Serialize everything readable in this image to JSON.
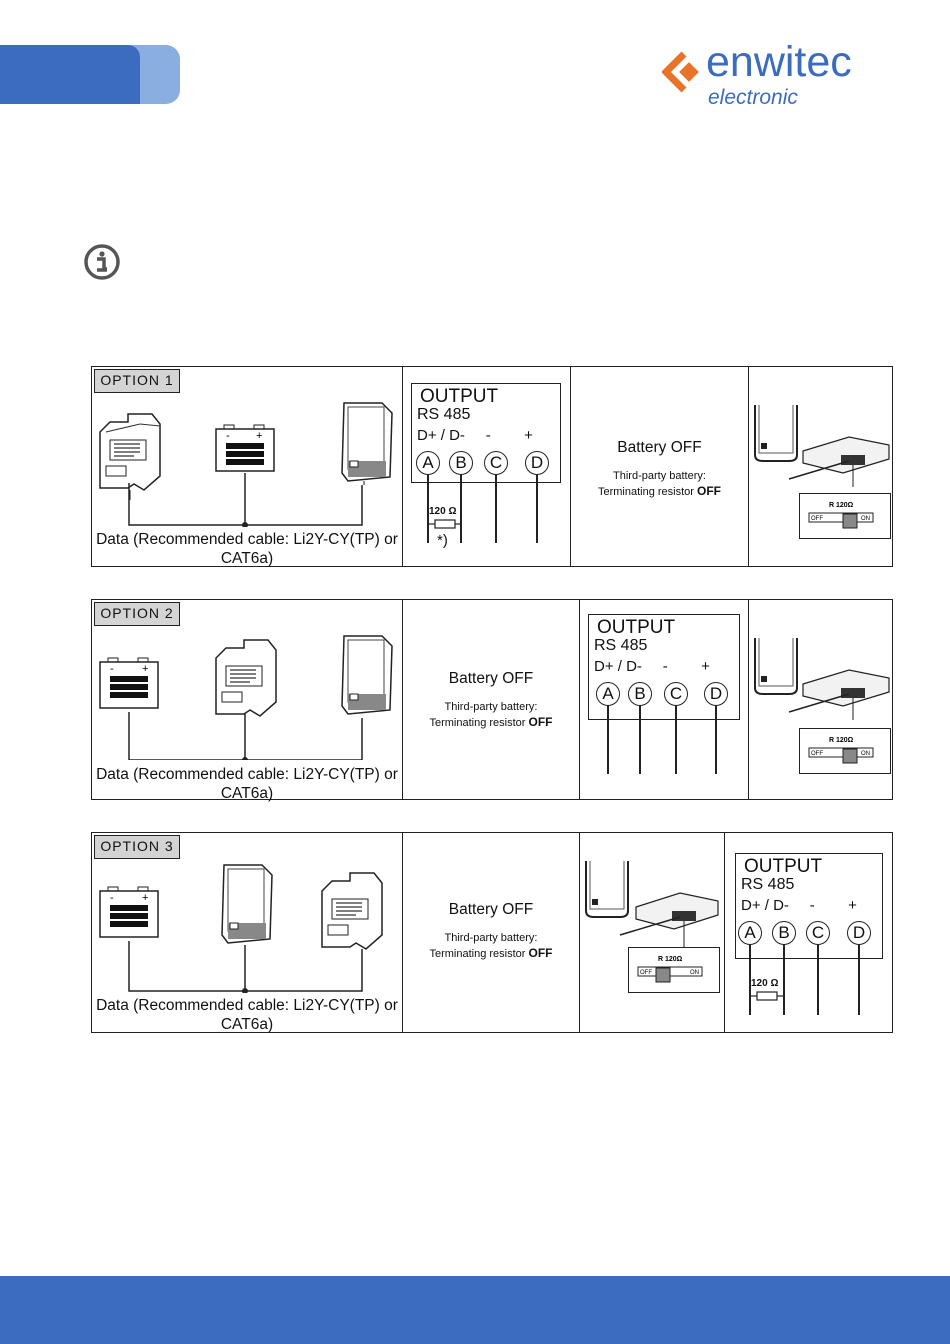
{
  "brand": {
    "name": "enwitec",
    "sub": "electronic",
    "color": "#3b6cbf",
    "accent": "#e8742a"
  },
  "icons": {
    "info": "info-circle-icon"
  },
  "panels": [
    {
      "option": "OPTION 1",
      "caption": "Data (Recommended cable: Li2Y-CY(TP) or CAT6a)",
      "battery": {
        "title": "Battery OFF",
        "line1": "Third-party battery:",
        "line2": "Terminating resistor ",
        "state": "OFF"
      },
      "output": {
        "title": "OUTPUT",
        "protocol": "RS 485",
        "pins": "D+ / D-     -        +",
        "labels": [
          "A",
          "B",
          "C",
          "D"
        ],
        "resistor": "120 Ω",
        "note": "*)"
      },
      "switch": {
        "label": "R 120Ω",
        "off": "OFF",
        "on": "ON"
      }
    },
    {
      "option": "OPTION 2",
      "caption": "Data (Recommended cable: Li2Y-CY(TP) or CAT6a)",
      "battery": {
        "title": "Battery OFF",
        "line1": "Third-party battery:",
        "line2": "Terminating resistor ",
        "state": "OFF"
      },
      "output": {
        "title": "OUTPUT",
        "protocol": "RS 485",
        "pins": "D+ / D-     -        +",
        "labels": [
          "A",
          "B",
          "C",
          "D"
        ]
      },
      "switch": {
        "label": "R 120Ω",
        "off": "OFF",
        "on": "ON"
      }
    },
    {
      "option": "OPTION 3",
      "caption": "Data (Recommended cable: Li2Y-CY(TP) or CAT6a)",
      "battery": {
        "title": "Battery OFF",
        "line1": "Third-party battery:",
        "line2": "Terminating resistor ",
        "state": "OFF"
      },
      "output": {
        "title": "OUTPUT",
        "protocol": "RS 485",
        "pins": "D+ / D-     -        +",
        "labels": [
          "A",
          "B",
          "C",
          "D"
        ],
        "resistor": "120 Ω"
      },
      "switch": {
        "label": "R 120Ω",
        "off": "OFF",
        "on": "ON"
      }
    }
  ]
}
